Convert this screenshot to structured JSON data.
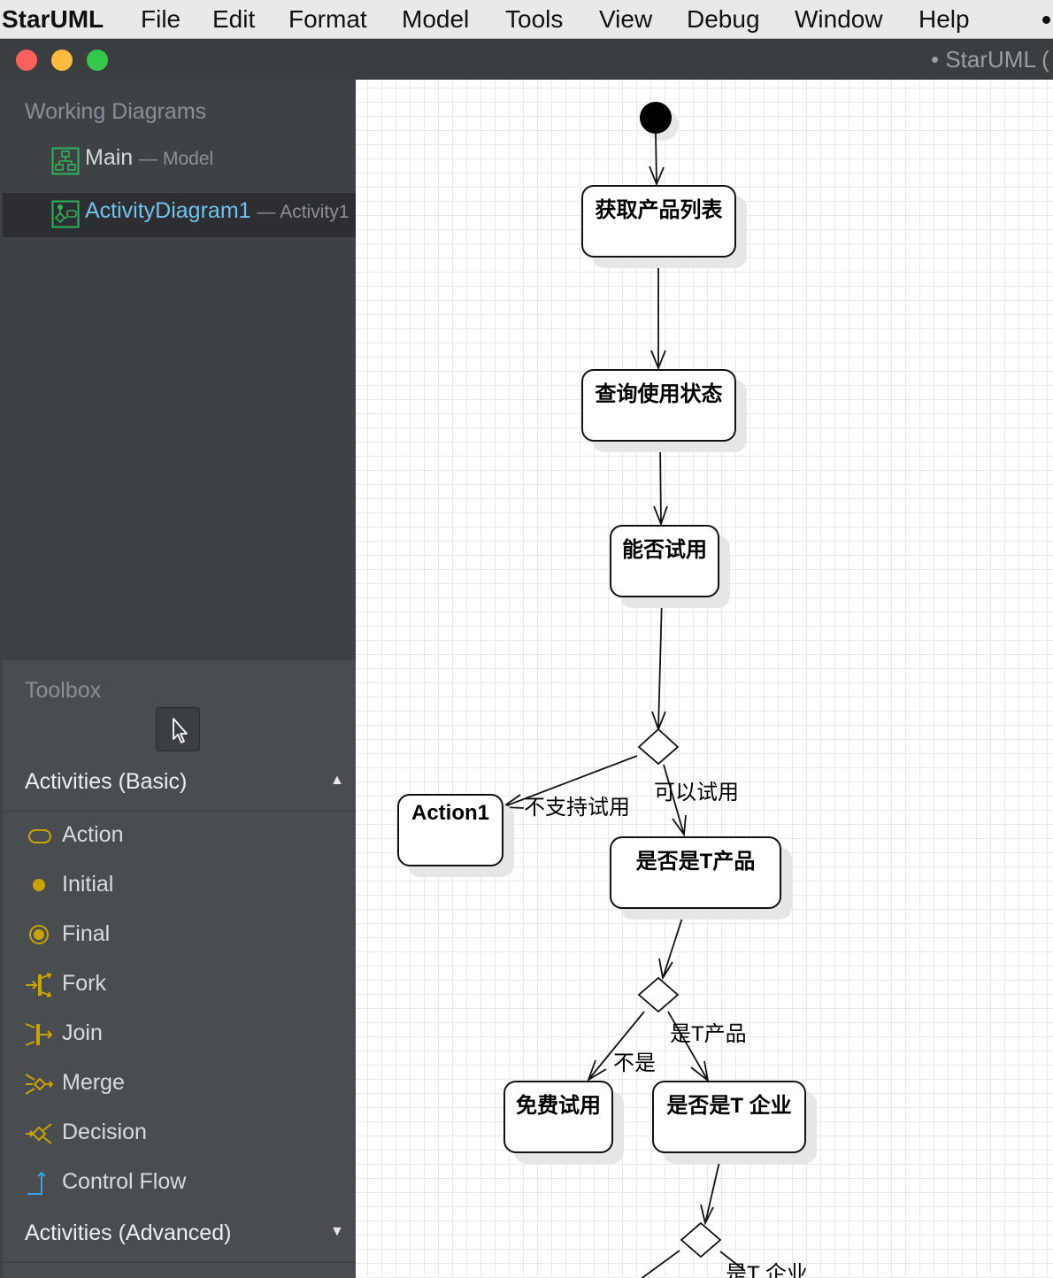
{
  "menubar": {
    "app_name": "StarUML",
    "items": [
      "File",
      "Edit",
      "Format",
      "Model",
      "Tools",
      "View",
      "Debug",
      "Window",
      "Help"
    ]
  },
  "window": {
    "title": "• StarUML ("
  },
  "working_diagrams": {
    "title": "Working Diagrams",
    "items": [
      {
        "name": "Main",
        "sub": "— Model",
        "icon": "class-diagram-icon",
        "selected": false
      },
      {
        "name": "ActivityDiagram1",
        "sub": "— Activity1",
        "icon": "activity-diagram-icon",
        "selected": true
      }
    ]
  },
  "toolbox": {
    "title": "Toolbox",
    "groups": [
      {
        "label": "Activities (Basic)",
        "arrow": "▲",
        "expanded": true
      },
      {
        "label": "Activities (Advanced)",
        "arrow": "▼",
        "expanded": false
      }
    ],
    "tools": [
      {
        "label": "Action",
        "icon": "action-icon"
      },
      {
        "label": "Initial",
        "icon": "initial-node-icon"
      },
      {
        "label": "Final",
        "icon": "final-node-icon"
      },
      {
        "label": "Fork",
        "icon": "fork-icon"
      },
      {
        "label": "Join",
        "icon": "join-icon"
      },
      {
        "label": "Merge",
        "icon": "merge-icon"
      },
      {
        "label": "Decision",
        "icon": "decision-icon"
      },
      {
        "label": "Control Flow",
        "icon": "control-flow-icon"
      }
    ]
  },
  "diagram": {
    "actions": {
      "get_product_list": "获取产品列表",
      "query_usage_status": "查询使用状态",
      "can_trial": "能否试用",
      "action1": "Action1",
      "is_t_product": "是否是T产品",
      "free_trial": "免费试用",
      "is_t_enterprise": "是否是T 企业"
    },
    "guards": {
      "not_supported": "不支持试用",
      "can_use": "可以试用",
      "not": "不是",
      "is_t_product": "是T产品",
      "is_t_enterprise": "是T 企业"
    }
  },
  "colors": {
    "accent_selected": "#6fc3ee",
    "toolbox_icon": "#c9a400",
    "control_flow_icon": "#3aa0e0",
    "diagram_icon": "#2fb35a",
    "close": "#fc605c",
    "minimize": "#fdbc40",
    "zoom": "#34c84a"
  }
}
